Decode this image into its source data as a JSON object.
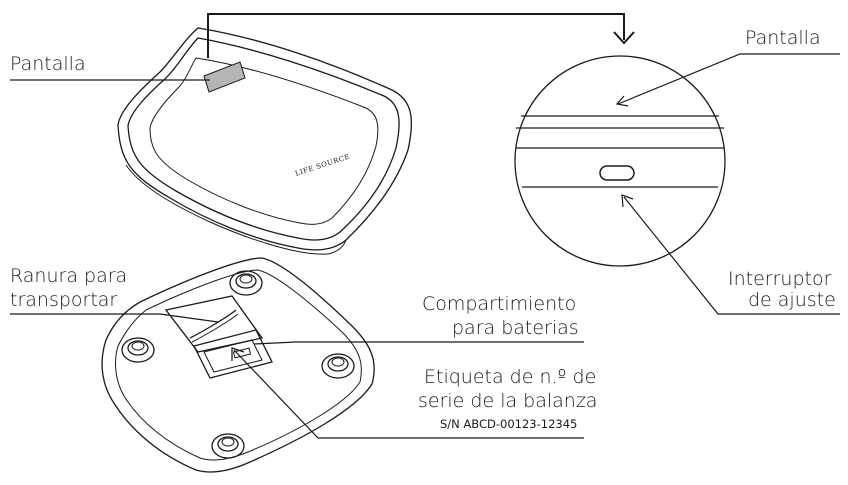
{
  "labels": {
    "top_display": "Pantalla",
    "zoom_display": "Pantalla",
    "switch_line1": "Interruptor",
    "switch_line2": "de ajuste",
    "slot_line1": "Ranura para",
    "slot_line2": "transportar",
    "battery_line1": "Compartimiento",
    "battery_line2": "para baterias",
    "serial_line1": "Etiqueta de n.º de",
    "serial_line2": "serie de la balanza",
    "serial_example": "S/N ABCD-00123-12345"
  },
  "brand": {
    "logo_text": "LIFE SOURCE"
  },
  "colors": {
    "line": "#1a1a1a",
    "background": "#ffffff",
    "display_fill": "#b5b5b5"
  }
}
